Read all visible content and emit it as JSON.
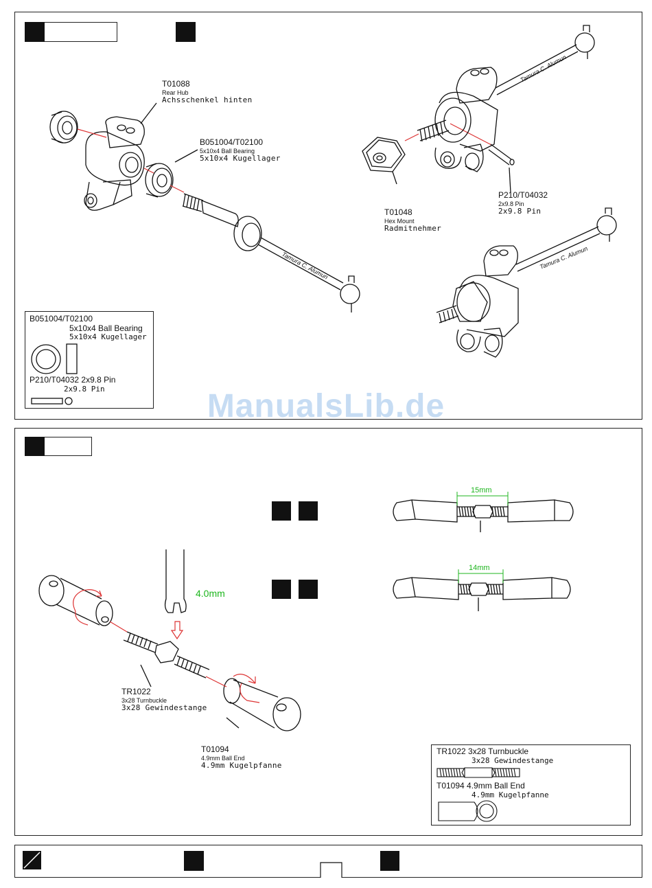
{
  "watermark": "ManualsLib.de",
  "step1": {
    "labels": {
      "rear_hub": {
        "code": "T01088",
        "en": "Rear Hub",
        "de": "Achsschenkel hinten"
      },
      "bearing": {
        "code": "B051004/T02100",
        "en": "5x10x4 Ball Bearing",
        "de": "5x10x4 Kugellager"
      },
      "hex_mount": {
        "code": "T01048",
        "en": "Hex Mount",
        "de": "Radmitnehmer"
      },
      "pin": {
        "code": "P210/T04032",
        "en": "2x9.8 Pin",
        "de": "2x9.8 Pin"
      }
    },
    "legend": {
      "bearing_code": "B051004/T02100",
      "bearing_en": "5x10x4 Ball Bearing",
      "bearing_de": "5x10x4 Kugellager",
      "pin_line": "P210/T04032 2x9.8 Pin",
      "pin_de": "2x9.8 Pin"
    }
  },
  "step2": {
    "labels": {
      "turnbuckle": {
        "code": "TR1022",
        "en": "3x28 Turnbuckle",
        "de": "3x28 Gewindestange"
      },
      "ball_end": {
        "code": "T01094",
        "en": "4.9mm Ball End",
        "de": "4.9mm Kugelpfanne"
      }
    },
    "tool_size": "4.0mm",
    "dim_front": "15mm",
    "dim_rear": "14mm",
    "legend": {
      "turnbuckle_line": "TR1022 3x28 Turnbuckle",
      "turnbuckle_de": "3x28 Gewindestange",
      "ball_end_line": "T01094 4.9mm Ball End",
      "ball_end_de": "4.9mm Kugelpfanne"
    }
  }
}
